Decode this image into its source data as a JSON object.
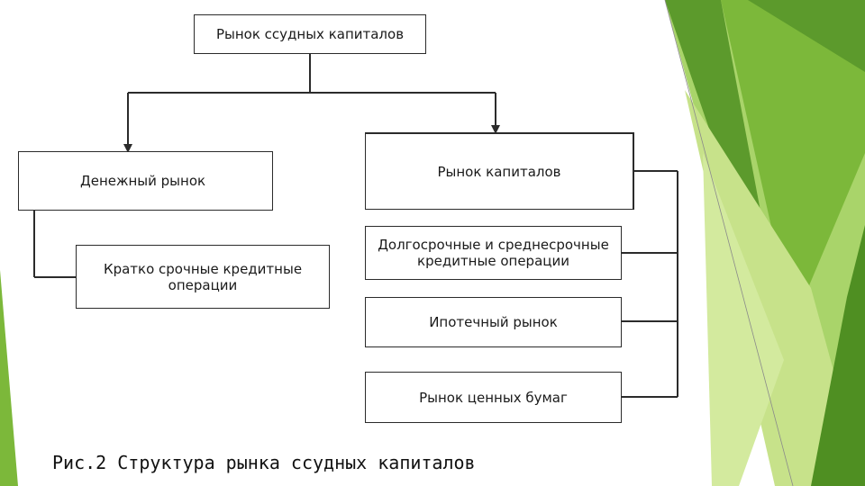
{
  "nodes": {
    "root": "Рынок ссудных капиталов",
    "money_market": "Денежный рынок",
    "capital_market": "Рынок капиталов",
    "short_term": "Кратко срочные кредитные операции",
    "long_term": "Долгосрочные и среднесрочные кредитные операции",
    "mortgage": "Ипотечный рынок",
    "securities": "Рынок ценных бумаг"
  },
  "caption": "Рис.2 Структура рынка ссудных капиталов",
  "colors": {
    "green_dark": "#5c9a2c",
    "green_mid": "#7cb83a",
    "green_light": "#a9d46a",
    "green_pale": "#d3ea9e",
    "line": "#2b2b2b"
  }
}
